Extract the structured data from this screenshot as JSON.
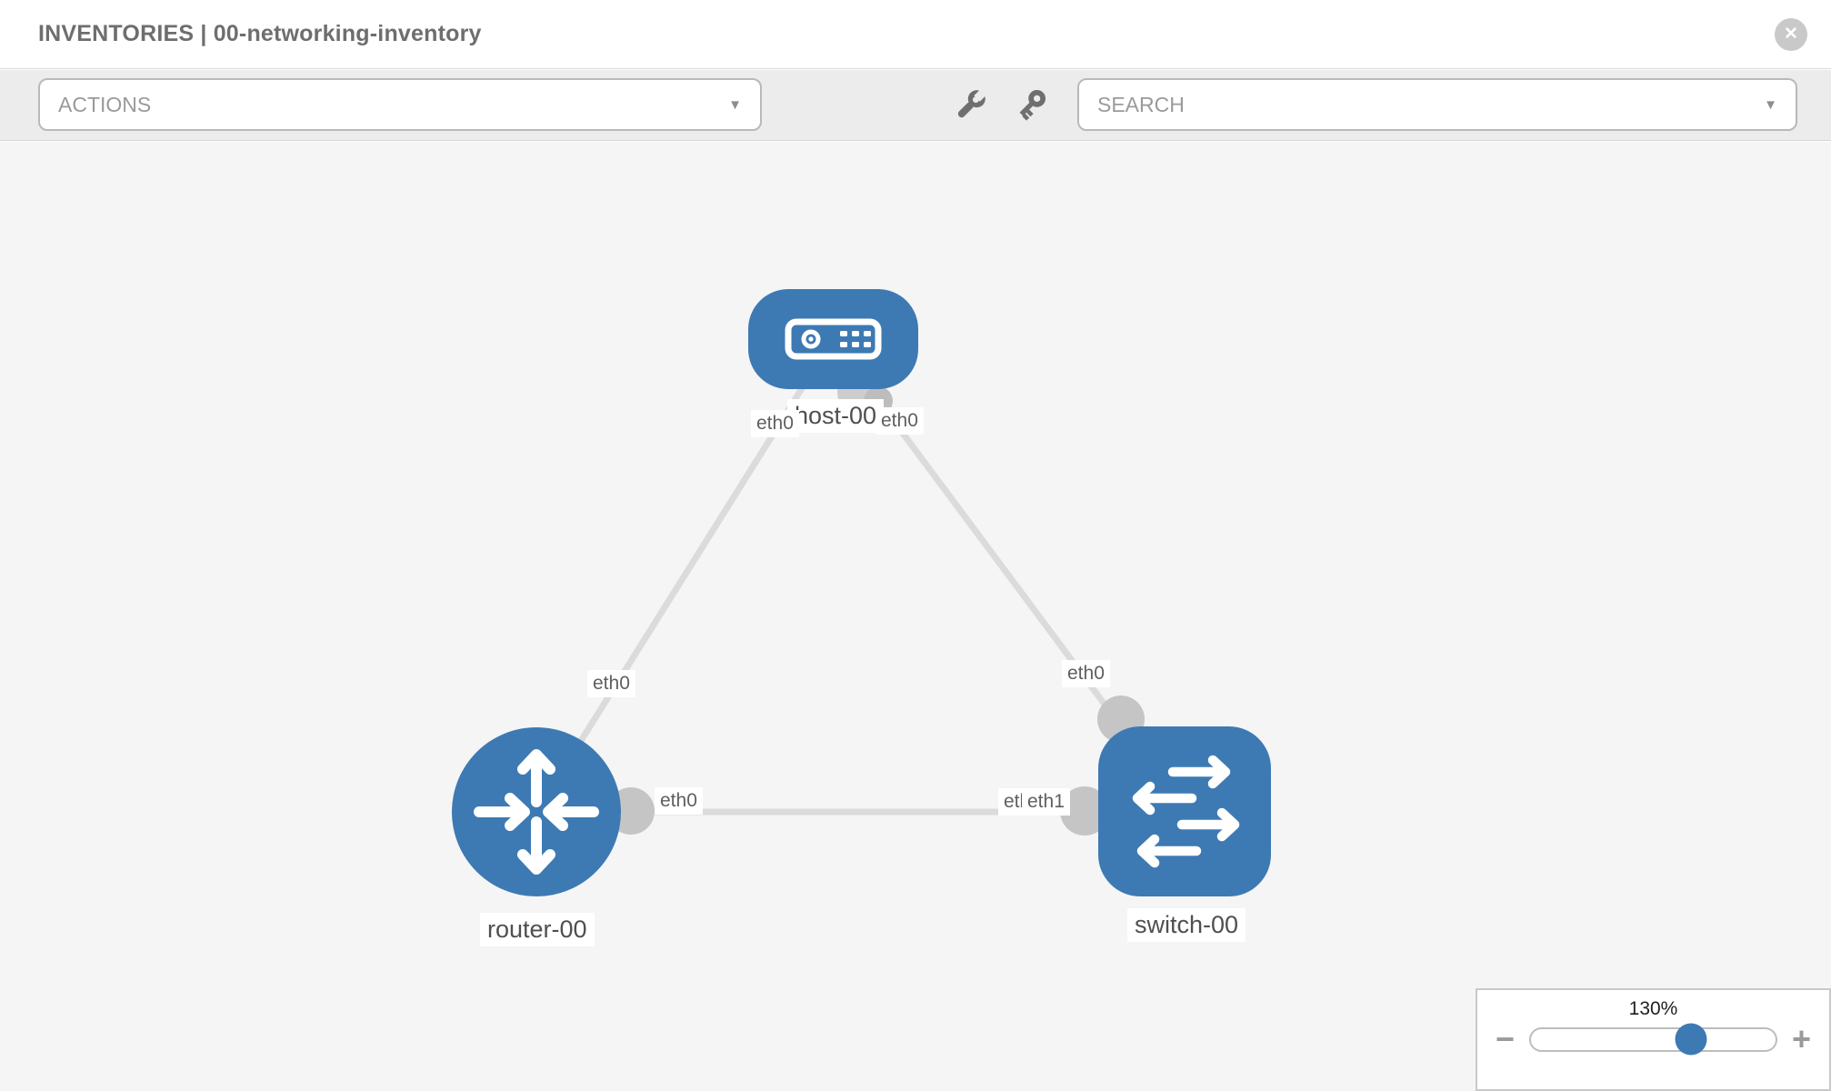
{
  "header": {
    "title": "INVENTORIES | 00-networking-inventory",
    "close_icon": "✕"
  },
  "toolbar": {
    "actions_label": "ACTIONS",
    "search_label": "SEARCH",
    "dropdown_arrow": "▼",
    "icons": {
      "wrench": "wrench-icon",
      "key": "key-icon"
    }
  },
  "canvas": {
    "nodes": [
      {
        "id": "host-00",
        "label": "host-00",
        "type": "host",
        "color": "#3d7ab3"
      },
      {
        "id": "router-00",
        "label": "router-00",
        "type": "router",
        "color": "#3d7ab3"
      },
      {
        "id": "switch-00",
        "label": "switch-00",
        "type": "switch",
        "color": "#3d7ab3"
      }
    ],
    "links": [
      {
        "from": "host-00",
        "from_if": "eth0",
        "to": "router-00",
        "to_if": "eth0"
      },
      {
        "from": "host-00",
        "from_if": "eth0",
        "to": "switch-00",
        "to_if": "eth0"
      },
      {
        "from": "router-00",
        "from_if": "eth0",
        "to": "switch-00",
        "to_if": "eth1"
      }
    ],
    "overlap_label": "eth0",
    "colors": {
      "link": "#dbdbdb",
      "connector": "#c5c5c5",
      "background": "#f5f5f5"
    }
  },
  "zoom": {
    "percent_label": "130%",
    "percent": 130,
    "minus": "−",
    "plus": "+"
  }
}
